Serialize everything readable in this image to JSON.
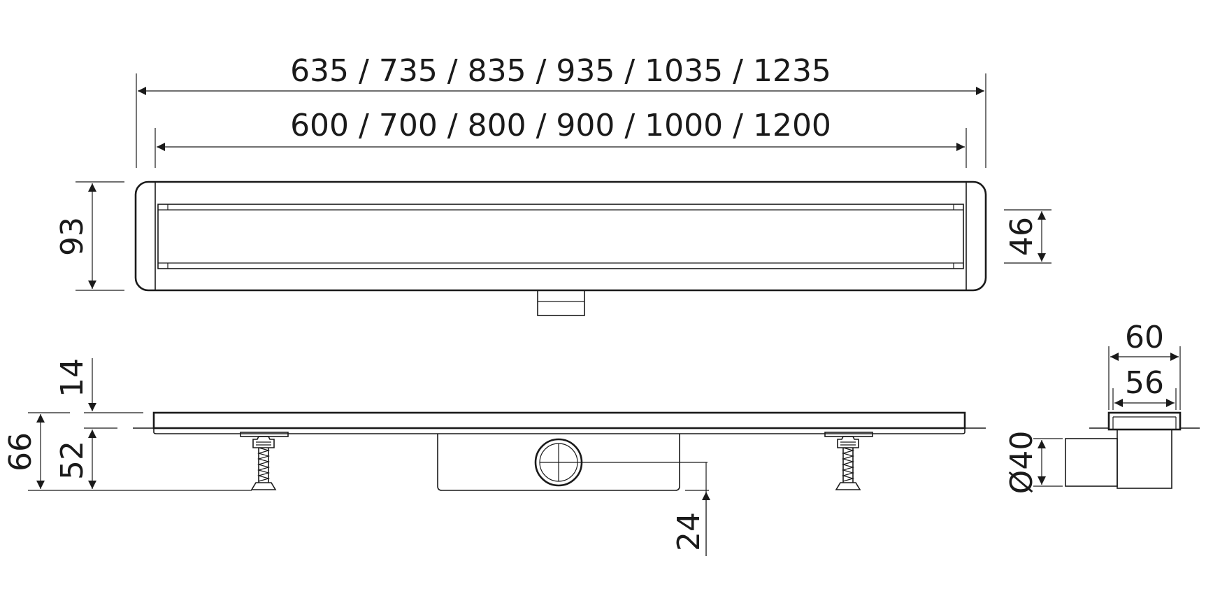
{
  "dimensions": {
    "overall_lengths": "635 / 735 / 835 / 935 / 1035 / 1235",
    "channel_lengths": "600 / 700 / 800 / 900 / 1000 / 1200",
    "plan_width": "93",
    "grate_width": "46",
    "flange_height": "14",
    "total_height": "66",
    "body_height": "52",
    "outlet_axis_height": "24",
    "outlet_top_width": "60",
    "outlet_inner_width": "56",
    "outlet_diameter": "Ø40"
  }
}
